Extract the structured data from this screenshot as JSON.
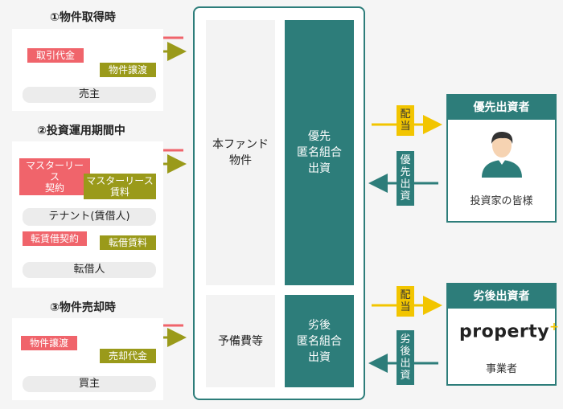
{
  "sections": [
    {
      "heading": "①物件取得時",
      "tag_red": "取引代金",
      "tag_olive": "物件譲渡",
      "party": "売主"
    },
    {
      "heading": "②投資運用期間中",
      "tag_red_top": "マスターリース\n契約",
      "tag_olive_top": "マスターリース\n賃料",
      "party_top": "テナント(賃借人)",
      "tag_red_bottom": "転賃借契約",
      "tag_olive_bottom": "転借賃料",
      "party_bottom": "転借人"
    },
    {
      "heading": "③物件売却時",
      "tag_red": "物件譲渡",
      "tag_olive": "売却代金",
      "party": "買主"
    }
  ],
  "fund": {
    "property_label": "本ファンド\n物件",
    "reserve_label": "予備費等",
    "senior_label": "優先\n匿名組合\n出資",
    "junior_label": "劣後\n匿名組合\n出資"
  },
  "flows": {
    "senior_dividend": "配当",
    "senior_investment": "優先出資",
    "junior_dividend": "配当",
    "junior_investment": "劣後出資"
  },
  "investors": {
    "senior_title": "優先出資者",
    "senior_caption": "投資家の皆様",
    "junior_title": "劣後出資者",
    "junior_logo": "property",
    "junior_logo_mark": "+",
    "junior_caption": "事業者"
  },
  "colors": {
    "teal": "#2d7d7a",
    "red": "#f0646b",
    "olive": "#9a9a1a",
    "yellow": "#f2c500"
  }
}
